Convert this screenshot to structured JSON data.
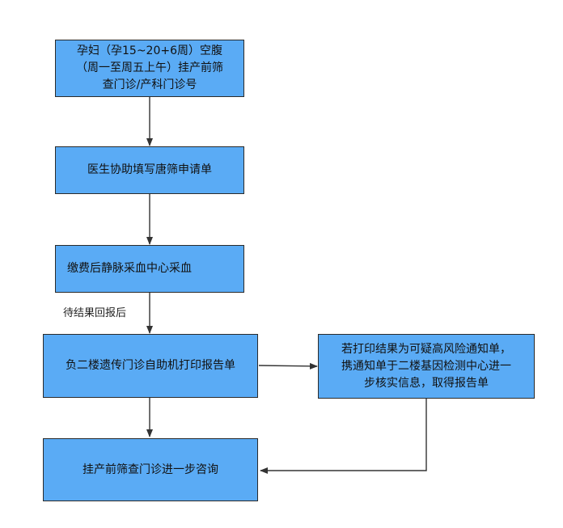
{
  "nodes": {
    "step1": {
      "lines": [
        "孕妇（孕15~20+6周）空腹",
        "（周一至周五上午）挂产前筛",
        "查门诊/产科门诊号"
      ]
    },
    "step2": {
      "text": "医生协助填写唐筛申请单"
    },
    "step3": {
      "text": "缴费后静脉采血中心采血"
    },
    "step4": {
      "text": "负二楼遗传门诊自助机打印报告单"
    },
    "step5": {
      "lines": [
        "若打印结果为可疑高风险通知单，",
        "携通知单于二楼基因检测中心进一",
        "步核实信息，取得报告单"
      ]
    },
    "step6": {
      "text": "挂产前筛查门诊进一步咨询"
    }
  },
  "edge_labels": {
    "wait_result": "待结果回报后"
  },
  "colors": {
    "box_fill": "#5aabf5",
    "box_border": "#2a2a2a",
    "arrow": "#333333"
  }
}
